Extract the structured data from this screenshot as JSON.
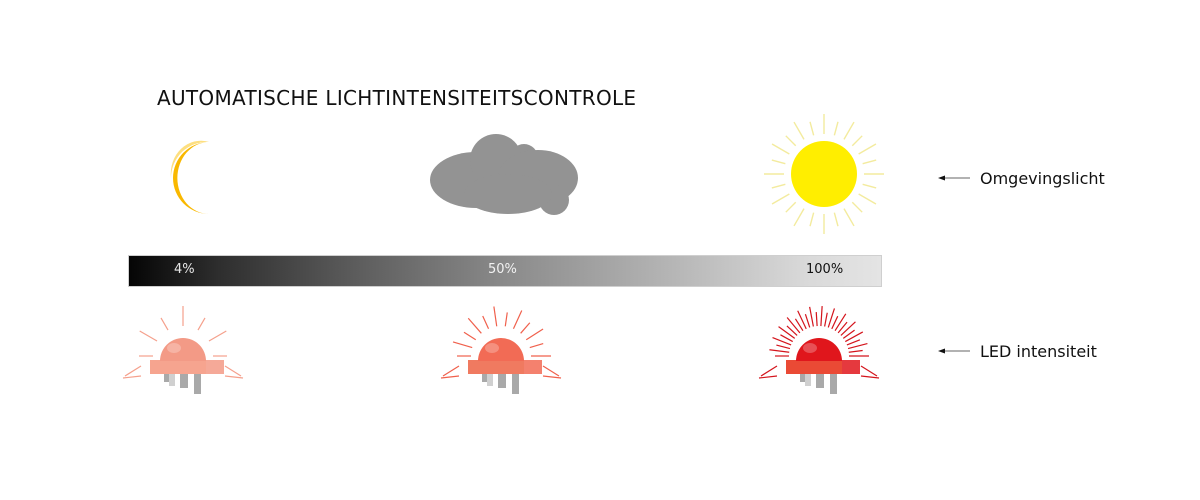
{
  "title": "AUTOMATISCHE LICHTINTENSITEITSCONTROLE",
  "scale": {
    "labels": [
      "4%",
      "50%",
      "100%"
    ],
    "values": [
      4,
      50,
      100
    ]
  },
  "side_labels": {
    "ambient": "Omgevingslicht",
    "led": "LED intensiteit"
  },
  "icons": {
    "ambient": [
      "moon-icon",
      "cloud-icon",
      "sun-icon"
    ],
    "led": [
      "led-low-icon",
      "led-medium-icon",
      "led-high-icon"
    ]
  },
  "colors": {
    "moon": "#fbbd00",
    "cloud": "#939393",
    "sun": "#ffee00",
    "sun_rays": "#f4ea9a",
    "led_low": "#f39a86",
    "led_medium": "#f36b55",
    "led_high": "#e21e23"
  }
}
